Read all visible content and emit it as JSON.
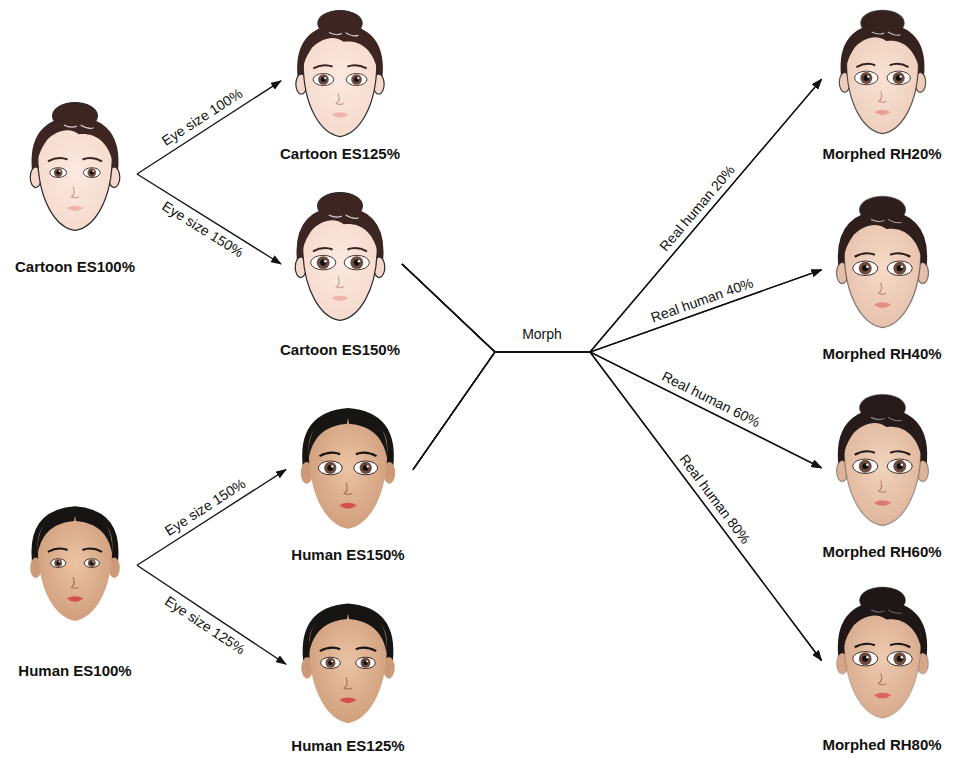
{
  "diagram": {
    "nodes": [
      {
        "text": [
          "Cartoon ES100%"
        ]
      },
      {
        "text": [
          "Cartoon ES125%"
        ]
      },
      {
        "text": [
          "Cartoon ES150%"
        ]
      },
      {
        "text": [
          "Human ES100%"
        ]
      },
      {
        "text": [
          "Human ES150%"
        ]
      },
      {
        "text": [
          "Human ES125%"
        ]
      },
      {
        "text": [
          "Morphed RH20%"
        ]
      },
      {
        "text": [
          "Morphed RH40%"
        ]
      },
      {
        "text": [
          "Morphed RH60%"
        ]
      },
      {
        "text": [
          "Morphed RH80%"
        ]
      }
    ],
    "edges": [
      {
        "from": 0,
        "to": 1,
        "arrow": "to",
        "label": "Eye size 100%"
      },
      {
        "from": 0,
        "to": 2,
        "arrow": "to",
        "label": "Eye size 150%"
      },
      {
        "from": 3,
        "to": 4,
        "arrow": "to",
        "label": "Eye size 150%"
      },
      {
        "from": 3,
        "to": 5,
        "arrow": "to",
        "label": "Eye size 125%"
      },
      {
        "from": 2,
        "to": 6,
        "arrow": "to",
        "label": "Real human 20%"
      },
      {
        "from": 2,
        "to": 7,
        "arrow": "to",
        "label": "Real human 40%"
      },
      {
        "from": 2,
        "to": 8,
        "arrow": "to",
        "label": "Real human 60%"
      },
      {
        "from": 2,
        "to": 9,
        "arrow": "to",
        "label": "Real human 80%"
      },
      {
        "from": 4,
        "to": 6,
        "arrow": "to"
      },
      {
        "from": 4,
        "to": 7,
        "arrow": "to"
      },
      {
        "from": 4,
        "to": 8,
        "arrow": "to"
      },
      {
        "from": 4,
        "to": 9,
        "arrow": "to"
      }
    ],
    "labels": [
      "Morph"
    ]
  }
}
